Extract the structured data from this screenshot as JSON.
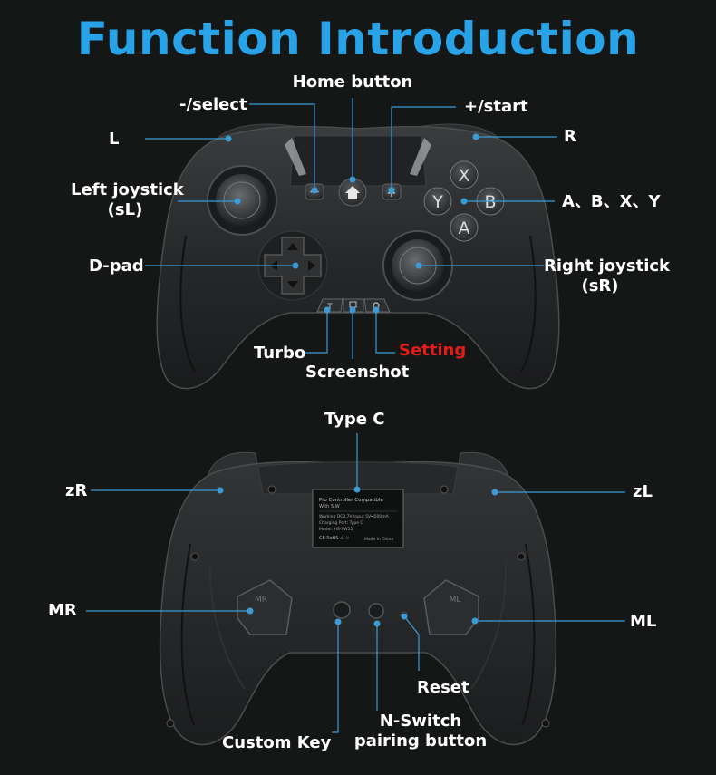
{
  "title": "Function Introduction",
  "colors": {
    "title": "#29a3e8",
    "highlight": "#e31b1b",
    "leader_line": "#3b9bd6",
    "background": "#151616"
  },
  "front_labels": {
    "home_button": "Home  button",
    "select": "-/select",
    "start": "+/start",
    "l": "L",
    "r": "R",
    "left_joystick": "Left joystick",
    "left_joystick_sub": "(sL)",
    "abxy": "A、B、X、Y",
    "dpad": "D-pad",
    "right_joystick": "Right joystick",
    "right_joystick_sub": "(sR)",
    "turbo": "Turbo",
    "screenshot": "Screenshot",
    "setting": "Setting"
  },
  "face_buttons": {
    "x": "X",
    "y": "Y",
    "a": "A",
    "b": "B"
  },
  "rear_labels": {
    "type_c": "Type C",
    "zr": "zR",
    "zl": "zL",
    "mr": "MR",
    "ml": "ML",
    "reset": "Reset",
    "n_switch": "N-Switch",
    "n_switch_sub": "pairing button",
    "custom_key": "Custom Key"
  },
  "rear_sticker": {
    "line1": "Pro Controller Compatible",
    "line2": "With S.W",
    "line3": "Working DC3.7V   Input 5V⎓500mA",
    "line4": "Charging Port: Type C",
    "line5": "Model: HS-SW55",
    "line6": "CE  RoHS  ⚠  ♲",
    "line7": "Made in China"
  }
}
